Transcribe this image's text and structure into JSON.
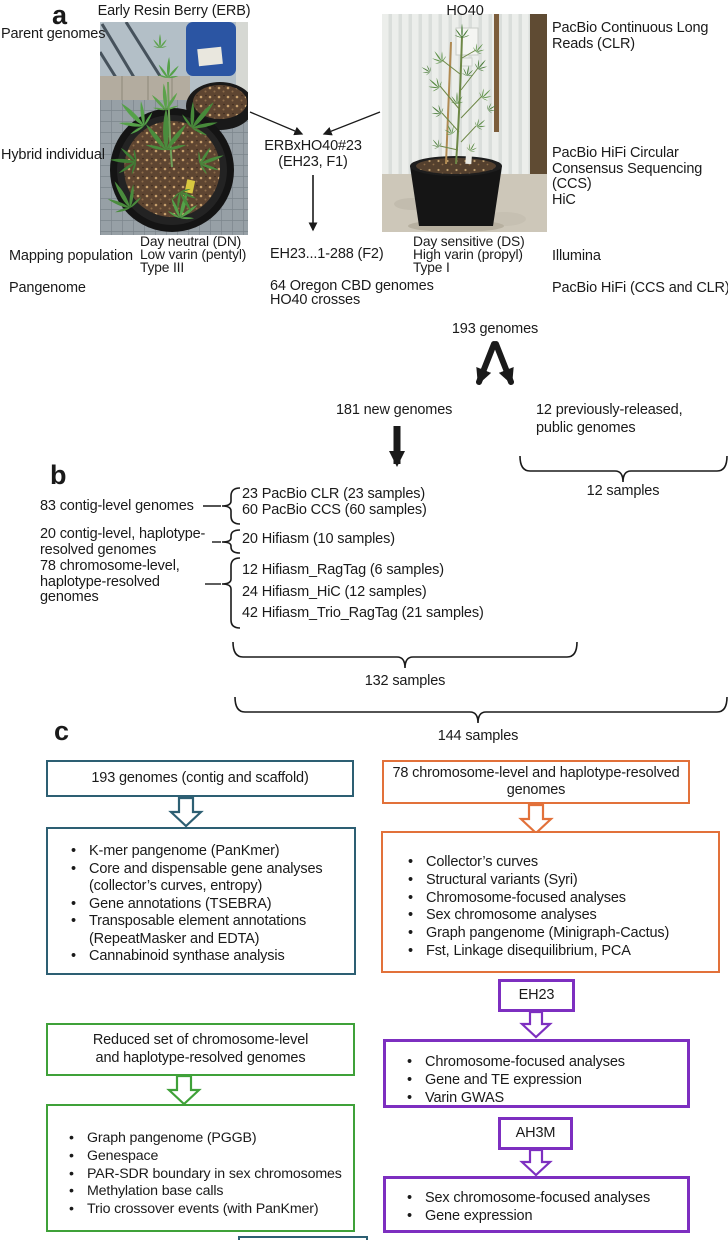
{
  "colors": {
    "teal": "#2d5f73",
    "orange": "#e2713a",
    "green": "#3fa139",
    "purple": "#7d2fc0",
    "text": "#1a1a1a"
  },
  "panel_a": {
    "label": "a",
    "parent_genomes_label": "Parent genomes",
    "hybrid_individual_label": "Hybrid individual",
    "mapping_population_label": "Mapping population",
    "pangenome_label": "Pangenome",
    "erb_title": "Early Resin Berry (ERB)",
    "ho40_title": "HO40",
    "erb_traits": [
      "Day neutral (DN)",
      "Low varin (pentyl)",
      "Type III"
    ],
    "ho40_traits": [
      "Day sensitive (DS)",
      "High varin (propyl)",
      "Type I"
    ],
    "hybrid_name_lines": [
      "ERBxHO40#23",
      "(EH23, F1)"
    ],
    "f2_label": "EH23...1-288 (F2)",
    "pangenome_lines": [
      "64 Oregon CBD genomes",
      "HO40 crosses"
    ],
    "seq_clr_lines": [
      "PacBio Continuous Long",
      "Reads (CLR)"
    ],
    "seq_ccs_lines": [
      "PacBio HiFi Circular",
      "Consensus Sequencing",
      "(CCS)"
    ],
    "seq_hic_label": "HiC",
    "seq_illumina_label": "Illumina",
    "seq_pangenome_label": "PacBio HiFi (CCS and CLR)",
    "total_genomes": "193 genomes",
    "new_genomes": "181 new genomes",
    "public_genomes_lines": [
      "12 previously-released,",
      "public genomes"
    ],
    "samples_12": "12 samples"
  },
  "panel_b": {
    "label": "b",
    "left_groups": [
      {
        "lines": [
          "83 contig-level genomes"
        ]
      },
      {
        "lines": [
          "20 contig-level, haplotype-",
          "resolved genomes"
        ]
      },
      {
        "lines": [
          "78 chromosome-level,",
          "haplotype-resolved",
          "genomes"
        ]
      }
    ],
    "assemblies_group1": [
      "23 PacBio CLR (23 samples)",
      "60 PacBio CCS (60 samples)"
    ],
    "assemblies_group2": [
      "20 Hifiasm (10 samples)"
    ],
    "assemblies_group3": [
      "12 Hifiasm_RagTag (6 samples)",
      "24 Hifiasm_HiC (12 samples)",
      "42 Hifiasm_Trio_RagTag (21 samples)"
    ],
    "samples_132": "132 samples",
    "samples_144": "144 samples"
  },
  "panel_c": {
    "label": "c",
    "teal_box_title": "193 genomes (contig and scaffold)",
    "teal_bullets": [
      "K-mer pangenome (PanKmer)",
      "Core and dispensable gene analyses (collector’s curves, entropy)",
      "Gene annotations (TSEBRA)",
      "Transposable element annotations (RepeatMasker and EDTA)",
      "Cannabinoid synthase analysis"
    ],
    "orange_box_title_lines": [
      "78 chromosome-level and haplotype-resolved",
      "genomes"
    ],
    "orange_bullets": [
      "Collector’s curves",
      "Structural variants (Syri)",
      "Chromosome-focused analyses",
      "Sex chromosome analyses",
      "Graph pangenome (Minigraph-Cactus)",
      "Fst, Linkage disequilibrium, PCA"
    ],
    "green_box_title_lines": [
      "Reduced set of  chromosome-level",
      "and haplotype-resolved genomes"
    ],
    "green_bullets": [
      "Graph pangenome (PGGB)",
      "Genespace",
      "PAR-SDR boundary in sex chromosomes",
      "Methylation base calls",
      "Trio crossover events (with PanKmer)"
    ],
    "eh23_label": "EH23",
    "eh23_bullets": [
      "Chromosome-focused analyses",
      "Gene and TE expression",
      "Varin GWAS"
    ],
    "ah3m_label": "AH3M",
    "ah3m_bullets": [
      "Sex chromosome-focused analyses",
      "Gene expression"
    ]
  }
}
